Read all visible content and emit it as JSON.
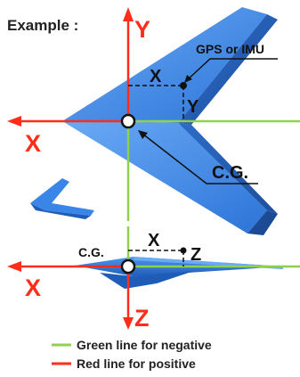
{
  "title": "Example :",
  "top_view": {
    "axis_y": "Y",
    "axis_x": "X",
    "offset_x": "X",
    "offset_y": "Y",
    "sensor_label": "GPS or IMU",
    "cg_label": "C.G."
  },
  "side_view": {
    "axis_x": "X",
    "axis_z": "Z",
    "offset_x": "X",
    "offset_z": "Z",
    "cg_label": "C.G."
  },
  "legend": {
    "green_text": "Green line for negative",
    "red_text": "Red line for positive"
  },
  "colors": {
    "positive": "#ff2d1a",
    "negative": "#8fd14f",
    "aircraft": "#3a86e8"
  }
}
